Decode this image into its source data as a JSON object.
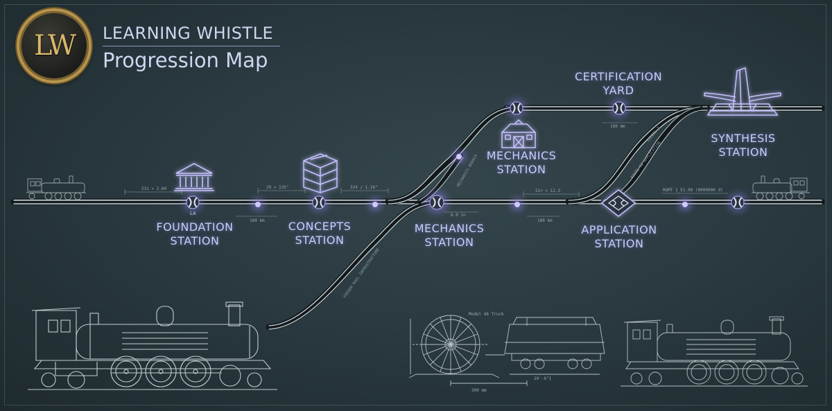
{
  "brand": {
    "logo_text": "LW",
    "name": "LEARNING WHISTLE",
    "subtitle": "Progression Map"
  },
  "stations": [
    {
      "id": "foundation",
      "line1": "FOUNDATION",
      "line2": "STATION",
      "icon": "bank-icon",
      "node_text": "LA"
    },
    {
      "id": "concepts",
      "line1": "CONCEPTS",
      "line2": "STATION",
      "icon": "crates-icon"
    },
    {
      "id": "mechanics_main",
      "line1": "MECHANICS",
      "line2": "STATION"
    },
    {
      "id": "mechanics_upper",
      "line1": "MECHANICS",
      "line2": "STATION",
      "icon": "barn-icon"
    },
    {
      "id": "certification",
      "line1": "CERTIFICATION",
      "line2": "YARD"
    },
    {
      "id": "application",
      "line1": "APPLICATION",
      "line2": "STATION",
      "icon": "diamond-icon"
    },
    {
      "id": "synthesis",
      "line1": "SYNTHESIS",
      "line2": "STATION",
      "icon": "monument-icon"
    }
  ],
  "dimensions": {
    "d1": "231 × 2.60",
    "d2": "29 × 135\"",
    "d3": "324 / 1.16\"",
    "d4": "21+ × 12.3",
    "d5": "ROMT 1_E1.00 (0000000 d)",
    "d6": "180 km",
    "d7": "180 km",
    "d8": "6.0 in",
    "d9": "180 mm",
    "d10": "Model 48 Truck",
    "d11": "300 mm",
    "d12": "20'-6\"1"
  },
  "track_labels": {
    "t1": "FEEDER RAIL INFRASTRUCTURE",
    "t2": "MECHANICS BRANCH",
    "t3": "ROUTE TO APPLICATION",
    "t4": "SIDING 2"
  },
  "colors": {
    "background": "#2a3a40",
    "rail": "#c9d1d3",
    "glow": "#9b8cff",
    "blueprint": "#c3ccd0",
    "gold": "#b8954e"
  }
}
